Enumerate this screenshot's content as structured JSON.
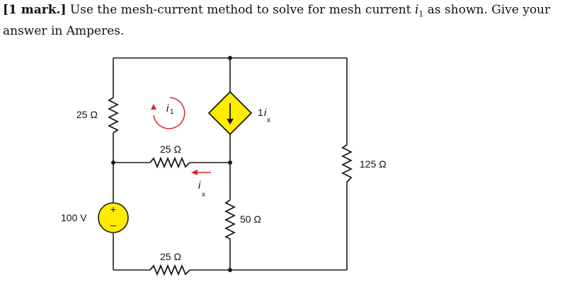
{
  "question": {
    "mark": "[1 mark.]",
    "text_before": " Use the mesh-current method to solve for mesh current ",
    "current_symbol": "i",
    "current_sub": "1",
    "text_after": " as shown. Give your answer in Amperes."
  },
  "circuit": {
    "r_top_left": "25 Ω",
    "r_middle": "25 Ω",
    "r_bottom": "25 Ω",
    "r_center": "50 Ω",
    "r_right": "125 Ω",
    "voltage_source": "100 V",
    "vs_plus": "+",
    "vs_minus": "–",
    "dep_source_gain": "1",
    "dep_source_var": "i",
    "dep_source_sub": "x",
    "ix_var": "i",
    "ix_sub": "x",
    "mesh_var": "i",
    "mesh_sub": "1",
    "colors": {
      "wire": "#1a1a1a",
      "source_fill": "#ffec00",
      "arrow": "#d62828"
    }
  }
}
